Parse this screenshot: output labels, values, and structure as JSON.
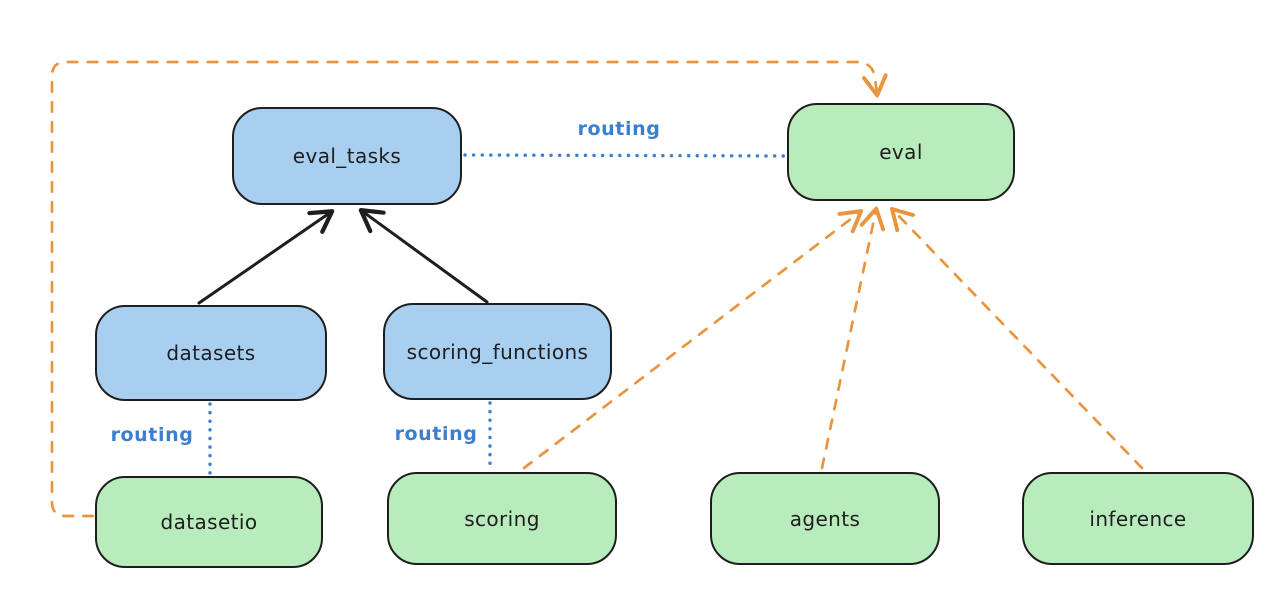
{
  "nodes": {
    "eval_tasks": "eval_tasks",
    "eval": "eval",
    "datasets": "datasets",
    "scoring_functions": "scoring_functions",
    "datasetio": "datasetio",
    "scoring": "scoring",
    "agents": "agents",
    "inference": "inference"
  },
  "edge_labels": {
    "eval_tasks_to_eval": "routing",
    "datasets_to_datasetio": "routing",
    "scoring_functions_to_scoring": "routing"
  },
  "colors": {
    "blue_node_fill": "#a8cef0",
    "green_node_fill": "#b9ecbc",
    "node_border": "#1e1e1e",
    "routing_blue": "#3b7fd0",
    "dependency_orange": "#e9953e",
    "solid_black": "#1e1e1e",
    "background": "#ffffff"
  }
}
